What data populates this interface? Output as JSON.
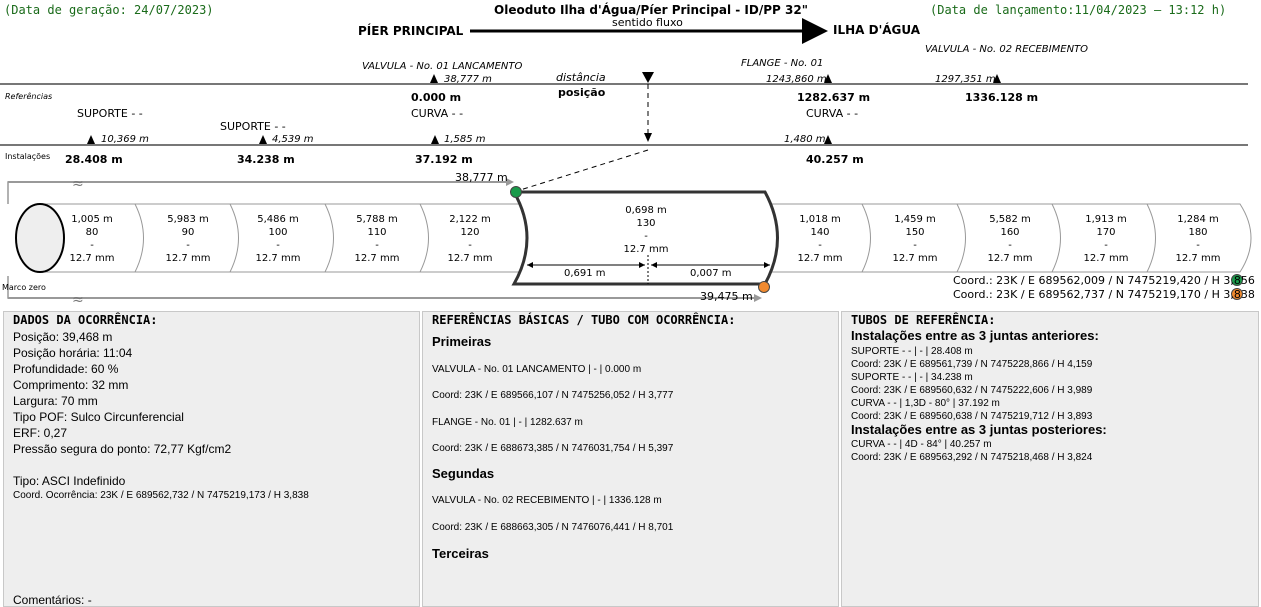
{
  "header": {
    "generation_date": "(Data de geração: 24/07/2023)",
    "title": "Oleoduto Ilha d'Água/Píer Principal - ID/PP 32\"",
    "flow_label": "sentido fluxo",
    "launch_date": "(Data de lançamento:11/04/2023 – 13:12 h)",
    "left_terminal": "PÍER PRINCIPAL",
    "right_terminal": "ILHA D'ÁGUA"
  },
  "references": {
    "row_label": "Referências",
    "distance_label": "distância",
    "position_label": "posição",
    "items": [
      {
        "name": "VALVULA - No. 01 LANCAMENTO",
        "distance": "38,777 m",
        "position": "0.000 m"
      },
      {
        "name": "FLANGE - No. 01",
        "distance": "1243,860 m",
        "position": "1282.637 m"
      },
      {
        "name": "VALVULA - No. 02 RECEBIMENTO",
        "distance": "1297,351 m",
        "position": "1336.128 m"
      }
    ]
  },
  "installations": {
    "row_label": "Instalações",
    "items": [
      {
        "name": "SUPORTE - -",
        "distance": "10,369 m",
        "position": "28.408 m"
      },
      {
        "name": "SUPORTE - -",
        "distance": "4,539 m",
        "position": "34.238 m"
      },
      {
        "name": "CURVA - -",
        "distance": "1,585 m",
        "position": "37.192 m"
      },
      {
        "name": "CURVA - -",
        "distance": "1,480 m",
        "position": "40.257 m"
      }
    ]
  },
  "pipeline": {
    "top_distance": "38,777 m",
    "bottom_distance": "39,475 m",
    "marco_zero": "Marco zero",
    "segments": [
      {
        "length": "1,005 m",
        "id": "80",
        "dash": "-",
        "thickness": "12.7 mm"
      },
      {
        "length": "5,983 m",
        "id": "90",
        "dash": "-",
        "thickness": "12.7 mm"
      },
      {
        "length": "5,486 m",
        "id": "100",
        "dash": "-",
        "thickness": "12.7 mm"
      },
      {
        "length": "5,788 m",
        "id": "110",
        "dash": "-",
        "thickness": "12.7 mm"
      },
      {
        "length": "2,122 m",
        "id": "120",
        "dash": "-",
        "thickness": "12.7 mm"
      },
      {
        "length": "0,698 m",
        "id": "130",
        "dash": "-",
        "thickness": "12.7 mm"
      },
      {
        "length": "1,018 m",
        "id": "140",
        "dash": "-",
        "thickness": "12.7 mm"
      },
      {
        "length": "1,459 m",
        "id": "150",
        "dash": "-",
        "thickness": "12.7 mm"
      },
      {
        "length": "5,582 m",
        "id": "160",
        "dash": "-",
        "thickness": "12.7 mm"
      },
      {
        "length": "1,913 m",
        "id": "170",
        "dash": "-",
        "thickness": "12.7 mm"
      },
      {
        "length": "1,284 m",
        "id": "180",
        "dash": "-",
        "thickness": "12.7 mm"
      }
    ],
    "highlight_left": "0,691 m",
    "highlight_right": "0,007 m",
    "coord_green": "Coord.: 23K / E 689562,009 / N 7475219,420 / H 3,856",
    "coord_orange": "Coord.: 23K / E 689562,737 / N 7475219,170 / H 3,838",
    "colors": {
      "green": "#1a9a4a",
      "orange": "#f08a30"
    }
  },
  "occurrence": {
    "title": "DADOS DA OCORRÊNCIA:",
    "lines": [
      "Posição: 39,468 m",
      "Posição horária: 11:04",
      "Profundidade: 60 %",
      "Comprimento: 32 mm",
      "Largura: 70 mm",
      "Tipo POF: Sulco Circunferencial",
      "ERF: 0,27",
      "Pressão segura do ponto: 72,77 Kgf/cm2"
    ],
    "type": "Tipo: ASCI Indefinido",
    "coord": "Coord. Ocorrência: 23K / E 689562,732 / N 7475219,173 / H 3,838",
    "comments": "Comentários: -"
  },
  "basic_refs": {
    "title": "REFERÊNCIAS BÁSICAS / TUBO COM OCORRÊNCIA:",
    "first": "Primeiras",
    "first_lines": [
      "VALVULA - No. 01 LANCAMENTO | - | 0.000 m",
      "Coord: 23K / E 689566,107 / N 7475256,052 / H 3,777",
      "FLANGE - No. 01 | - | 1282.637 m",
      "Coord: 23K / E 688673,385 / N 7476031,754 / H 5,397"
    ],
    "second": "Segundas",
    "second_lines": [
      "VALVULA - No. 02 RECEBIMENTO | - | 1336.128 m",
      "Coord: 23K / E 688663,305 / N 7476076,441 / H 8,701"
    ],
    "third": "Terceiras"
  },
  "ref_tubes": {
    "title": "TUBOS DE REFERÊNCIA:",
    "prev_title": "Instalações entre as 3 juntas anteriores:",
    "prev_lines": [
      "SUPORTE - - | - | 28.408 m",
      "Coord: 23K / E 689561,739 / N 7475228,866 / H 4,159",
      "SUPORTE - - | - | 34.238 m",
      "Coord: 23K / E 689560,632 / N 7475222,606 / H 3,989",
      "CURVA - - | 1,3D - 80° | 37.192 m",
      "Coord: 23K / E 689560,638 / N 7475219,712 / H 3,893"
    ],
    "next_title": "Instalações entre as 3 juntas posteriores:",
    "next_lines": [
      "CURVA - - | 4D - 84° | 40.257 m",
      "Coord: 23K / E 689563,292 / N 7475218,468 / H 3,824"
    ]
  }
}
